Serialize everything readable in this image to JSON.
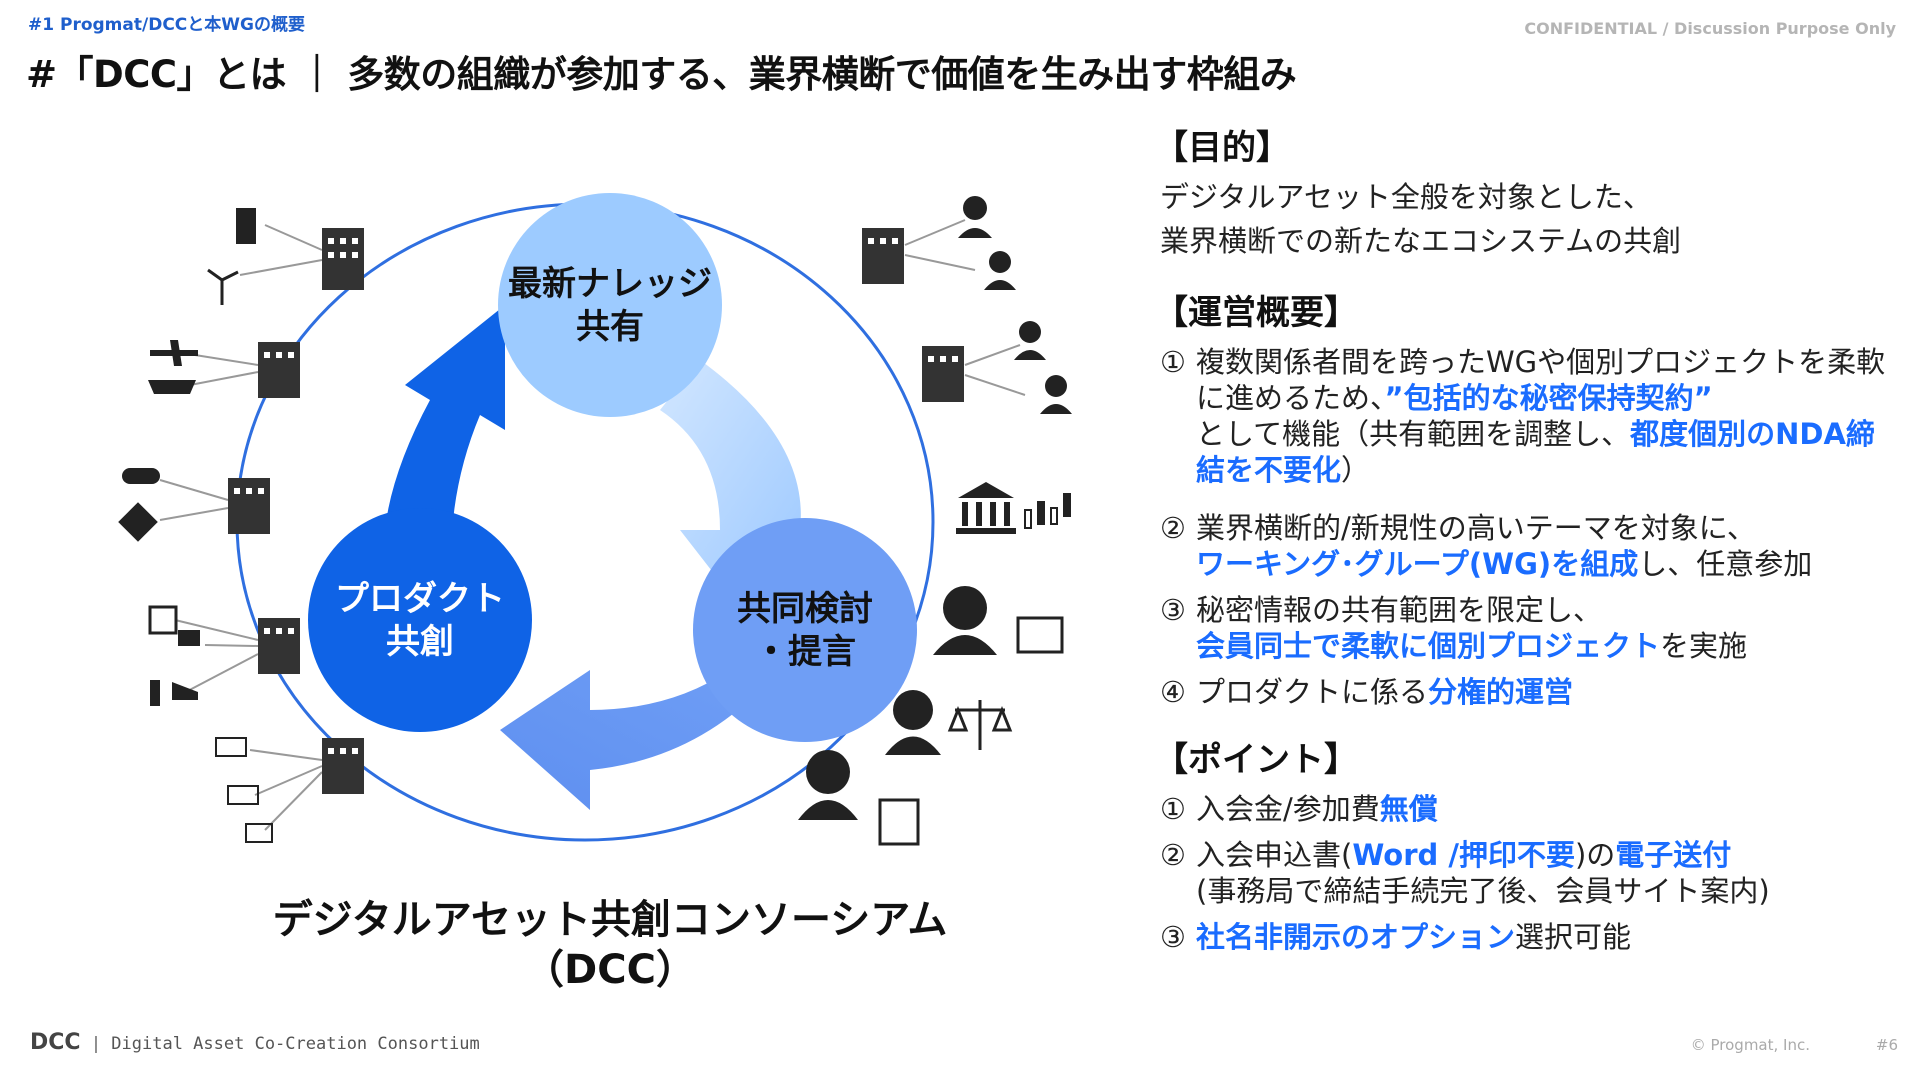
{
  "header": {
    "section_tag": "#1  Progmat/DCCと本WGの概要",
    "confidential": "CONFIDENTIAL / Discussion Purpose Only",
    "title": "#「DCC」とは ｜ 多数の組織が参加する、業界横断で価値を生み出す枠組み"
  },
  "cycle": {
    "node1_line1": "最新ナレッジ",
    "node1_line2": "共有",
    "node2_line1": "共同検討",
    "node2_line2": "・提言",
    "node3_line1": "プロダクト",
    "node3_line2": "共創",
    "colors": {
      "light": "#9dcbff",
      "mid": "#6f9ef5",
      "dark": "#0f63e6",
      "ring": "#2f6fe0"
    }
  },
  "consortium_name": {
    "line1": "デジタルアセット共創コンソーシアム",
    "line2": "（DCC）"
  },
  "icons": [
    "office-building-icon",
    "wind-turbine-icon",
    "airplane-icon",
    "cargo-ship-icon",
    "bullet-train-icon",
    "satellite-icon",
    "picture-frame-icon",
    "movie-camera-icon",
    "wine-icon",
    "sneaker-icon",
    "truck-document-icon",
    "cash-icon",
    "certificate-icon",
    "person-icon",
    "bank-icon",
    "candlestick-chart-icon",
    "developer-monitor-icon",
    "scales-icon",
    "calculator-icon"
  ],
  "purpose": {
    "heading": "【目的】",
    "line1": "デジタルアセット全般を対象とした、",
    "line2": "業界横断での新たなエコシステムの共創"
  },
  "operation": {
    "heading": "【運営概要】",
    "item1": {
      "num": "①",
      "t1": "複数関係者間を跨ったWGや個別プロジェクトを柔軟に進めるため、",
      "h1": "”包括的な秘密保持契約”",
      "t2": "として機能（共有範囲を調整し、",
      "h2": "都度個別のNDA締結を不要化",
      "t3": "）"
    },
    "item2": {
      "num": "②",
      "t1": "業界横断的/新規性の高いテーマを対象に、",
      "h1": "ワーキング･グループ(WG)を組成",
      "t2": "し、任意参加"
    },
    "item3": {
      "num": "③",
      "t1": "秘密情報の共有範囲を限定し、",
      "h1": "会員同士で柔軟に個別プロジェクト",
      "t2": "を実施"
    },
    "item4": {
      "num": "④",
      "t1": "プロダクトに係る",
      "h1": "分権的運営"
    }
  },
  "points": {
    "heading": "【ポイント】",
    "item1": {
      "num": "①",
      "t1": "入会金/参加費",
      "h1": "無償"
    },
    "item2": {
      "num": "②",
      "t1": "入会申込書(",
      "h1": "Word /押印不要",
      "t2": ")の",
      "h2": "電子送付",
      "t3": "(事務局で締結手続完了後、会員サイト案内)"
    },
    "item3": {
      "num": "③",
      "h1": "社名非開示のオプション",
      "t1": "選択可能"
    }
  },
  "footer": {
    "logo_big": "DCC",
    "logo_small": "Digital Asset Co-Creation Consortium",
    "copyright": "© Progmat, Inc.",
    "page": "#6"
  }
}
